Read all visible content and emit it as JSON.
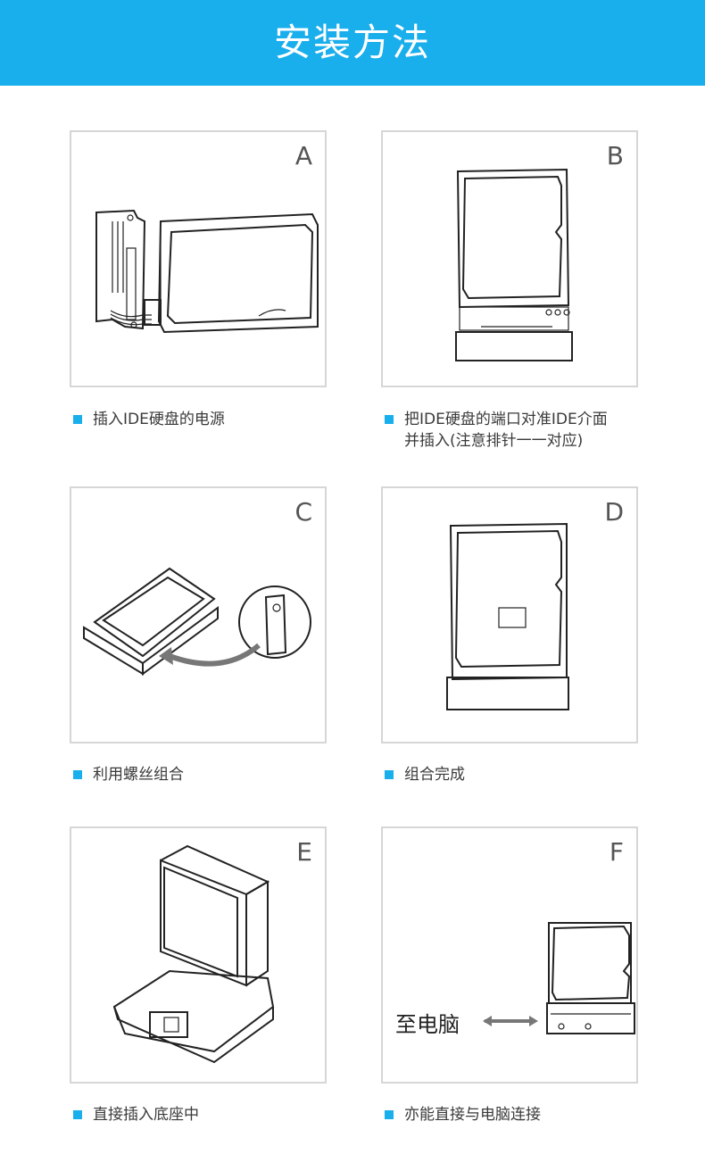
{
  "header": {
    "title": "安装方法"
  },
  "panels": [
    {
      "letter": "A",
      "caption": "插入IDE硬盘的电源"
    },
    {
      "letter": "B",
      "caption_line1": "把IDE硬盘的端口对准IDE介面",
      "caption_line2": "并插入(注意排针一一对应)"
    },
    {
      "letter": "C",
      "caption": "利用螺丝组合"
    },
    {
      "letter": "D",
      "caption": "组合完成"
    },
    {
      "letter": "E",
      "caption": "直接插入底座中"
    },
    {
      "letter": "F",
      "caption": "亦能直接与电脑连接",
      "inline_label": "至电脑"
    }
  ],
  "colors": {
    "accent": "#19aeec",
    "panel_border": "#d6d6d6"
  }
}
